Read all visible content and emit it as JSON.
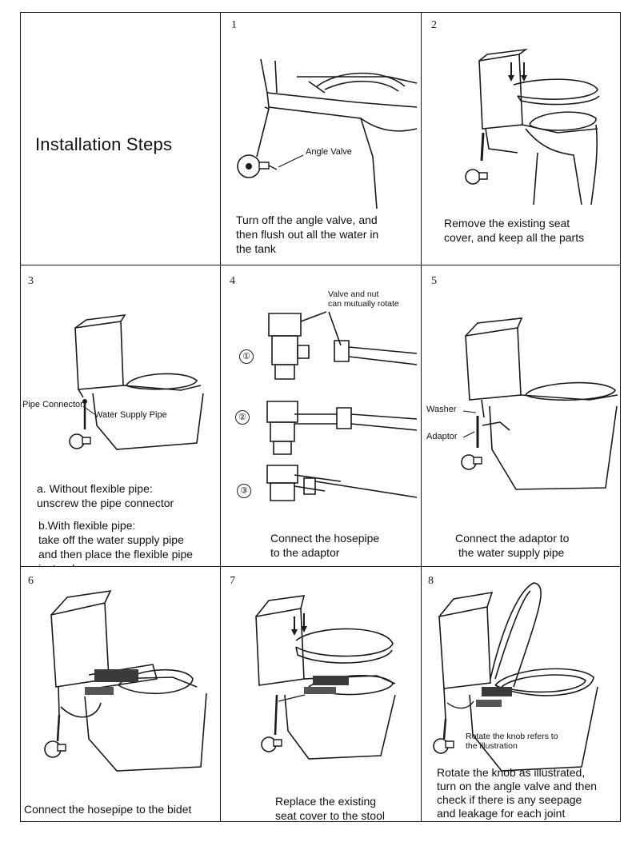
{
  "title": "Installation Steps",
  "steps": [
    {
      "number": "1",
      "labels": [
        "Angle Valve"
      ],
      "caption": [
        "Turn off the angle valve, and",
        "then flush out all the water in",
        "the tank"
      ]
    },
    {
      "number": "2",
      "labels": [],
      "caption": [
        "Remove the existing seat",
        "cover, and keep all the parts"
      ]
    },
    {
      "number": "3",
      "labels": [
        "Pipe Connector",
        "Water Supply Pipe"
      ],
      "caption_a": [
        "a. Without flexible pipe:",
        "unscrew the pipe connector"
      ],
      "caption_b": [
        "b.With flexible pipe:",
        "take off the water supply pipe",
        "and then place the flexible pipe",
        "instead"
      ]
    },
    {
      "number": "4",
      "labels": [
        "Valve and nut",
        "can mutually rotate"
      ],
      "sub_markers": [
        "①",
        "②",
        "③"
      ],
      "caption": [
        "Connect the hosepipe",
        "to the adaptor"
      ]
    },
    {
      "number": "5",
      "labels": [
        "Washer",
        "Adaptor"
      ],
      "caption": [
        "Connect the adaptor to",
        "the water supply pipe"
      ]
    },
    {
      "number": "6",
      "labels": [],
      "caption": [
        "Connect the hosepipe to the bidet"
      ]
    },
    {
      "number": "7",
      "labels": [],
      "caption": [
        "Replace the existing",
        "seat cover to the stool"
      ]
    },
    {
      "number": "8",
      "labels": [
        "Rotate the knob refers to",
        "the illustration"
      ],
      "caption": [
        "Rotate the knob as illustrated,",
        "turn on the angle valve and then",
        "check if there is any seepage",
        "and leakage for each joint"
      ]
    }
  ],
  "icons": [
    "toilet-illustration",
    "angle-valve-illustration",
    "adaptor-illustration",
    "bidet-seat-illustration"
  ]
}
